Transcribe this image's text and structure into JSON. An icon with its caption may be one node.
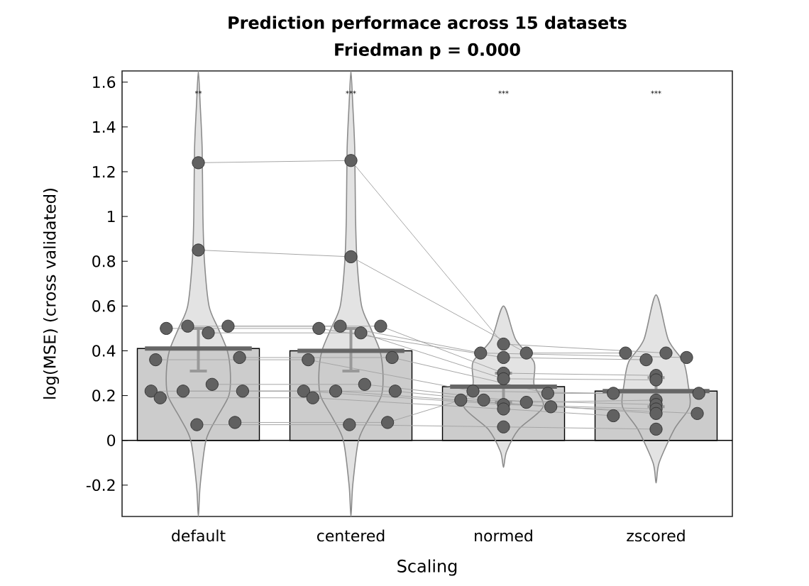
{
  "diagram": {
    "chart_data": {
      "type": "bar",
      "title": "Prediction performace across 15 datasets",
      "xlabel": "Scaling",
      "ylabel": "log(MSE) (cross validated)",
      "categories": [
        "default",
        "centered",
        "normed",
        "zscored"
      ],
      "series": [
        {
          "color": "#cccccc",
          "values": [
            0.41,
            0.4,
            0.24,
            0.22
          ]
        }
      ],
      "ylim": [
        -0.34,
        1.65
      ],
      "yticks": [
        {
          "value": -0.2,
          "label": "-0.2"
        },
        {
          "value": 0,
          "label": "0"
        },
        {
          "value": 0.2,
          "label": "0.2"
        },
        {
          "value": 0.4,
          "label": "0.4"
        },
        {
          "value": 0.6,
          "label": "0.6"
        },
        {
          "value": 0.8,
          "label": "0.8"
        },
        {
          "value": 1,
          "label": "1"
        },
        {
          "value": 1.2,
          "label": "1.2"
        },
        {
          "value": 1.4,
          "label": "1.4"
        },
        {
          "value": 1.6,
          "label": "1.6"
        }
      ],
      "annotations": [
        "**",
        "***",
        "***",
        "***"
      ]
    },
    "labels": [
      "Friedman p = 0.000"
    ]
  }
}
